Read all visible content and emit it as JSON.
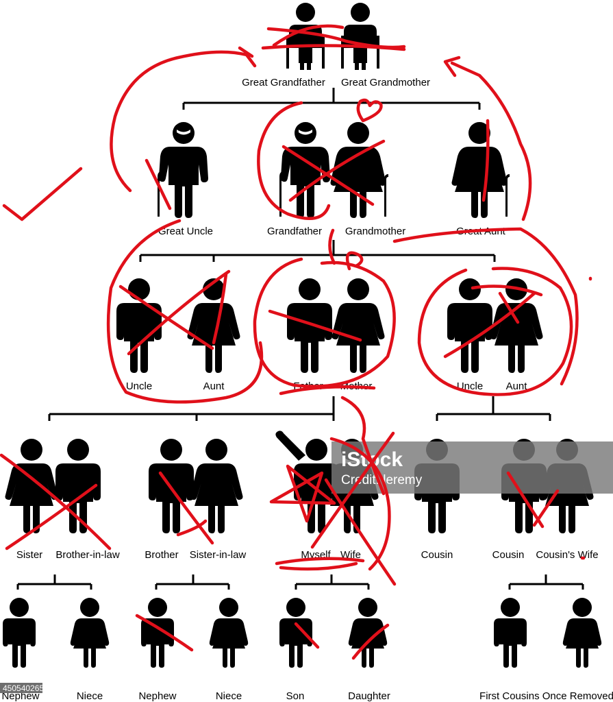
{
  "labels": {
    "great_grandfather": "Great Grandfather",
    "great_grandmother": "Great Grandmother",
    "great_uncle": "Great Uncle",
    "grandfather": "Grandfather",
    "grandmother": "Grandmother",
    "great_aunt": "Great Aunt",
    "uncle_left": "Uncle",
    "aunt_left": "Aunt",
    "father": "Father",
    "mother": "Mother",
    "uncle_right": "Uncle",
    "aunt_right": "Aunt",
    "sister": "Sister",
    "brother_in_law": "Brother-in-law",
    "brother": "Brother",
    "sister_in_law": "Sister-in-law",
    "myself": "Myself",
    "wife": "Wife",
    "cousin_single": "Cousin",
    "cousin_married": "Cousin",
    "cousins_wife": "Cousin's Wife",
    "nephew_1": "Nephew",
    "niece_1": "Niece",
    "nephew_2": "Nephew",
    "niece_2": "Niece",
    "son": "Son",
    "daughter": "Daughter",
    "first_cousins_removed": "First Cousins Once Removed"
  },
  "watermark": {
    "brand": "iStock",
    "credit": "Credit: leremy",
    "stock_id": "450540265"
  },
  "colors": {
    "figure": "#000000",
    "annotation_ink": "#e0101a",
    "watermark_band": "#7a7a7a"
  }
}
